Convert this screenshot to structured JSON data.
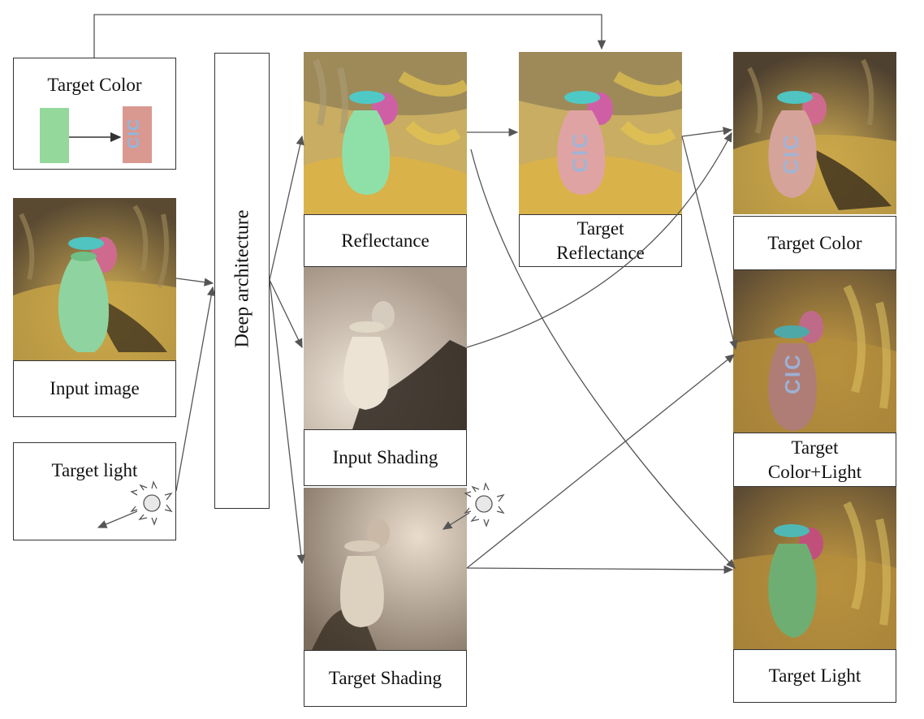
{
  "target_color_box": {
    "label": "Target Color",
    "swatch_text": "CIC"
  },
  "input_image": {
    "label": "Input image"
  },
  "target_light_box": {
    "label": "Target light"
  },
  "deep_architecture": {
    "label": "Deep architecture"
  },
  "reflectance": {
    "label": "Reflectance"
  },
  "input_shading": {
    "label": "Input Shading"
  },
  "target_shading": {
    "label": "Target Shading"
  },
  "target_reflectance": {
    "label": "Target\nReflectance",
    "vase_text": "CIC"
  },
  "output_target_color": {
    "label": "Target Color",
    "vase_text": "CIC"
  },
  "output_target_color_light": {
    "label": "Target\nColor+Light",
    "vase_text": "CIC"
  },
  "output_target_light": {
    "label": "Target Light"
  },
  "colors": {
    "vase_green": "#8fd4a0",
    "vase_pink": "#d6a39a",
    "shading_bg": "#d9cab7",
    "line": "#555555",
    "background_gold": "#c9a647"
  }
}
